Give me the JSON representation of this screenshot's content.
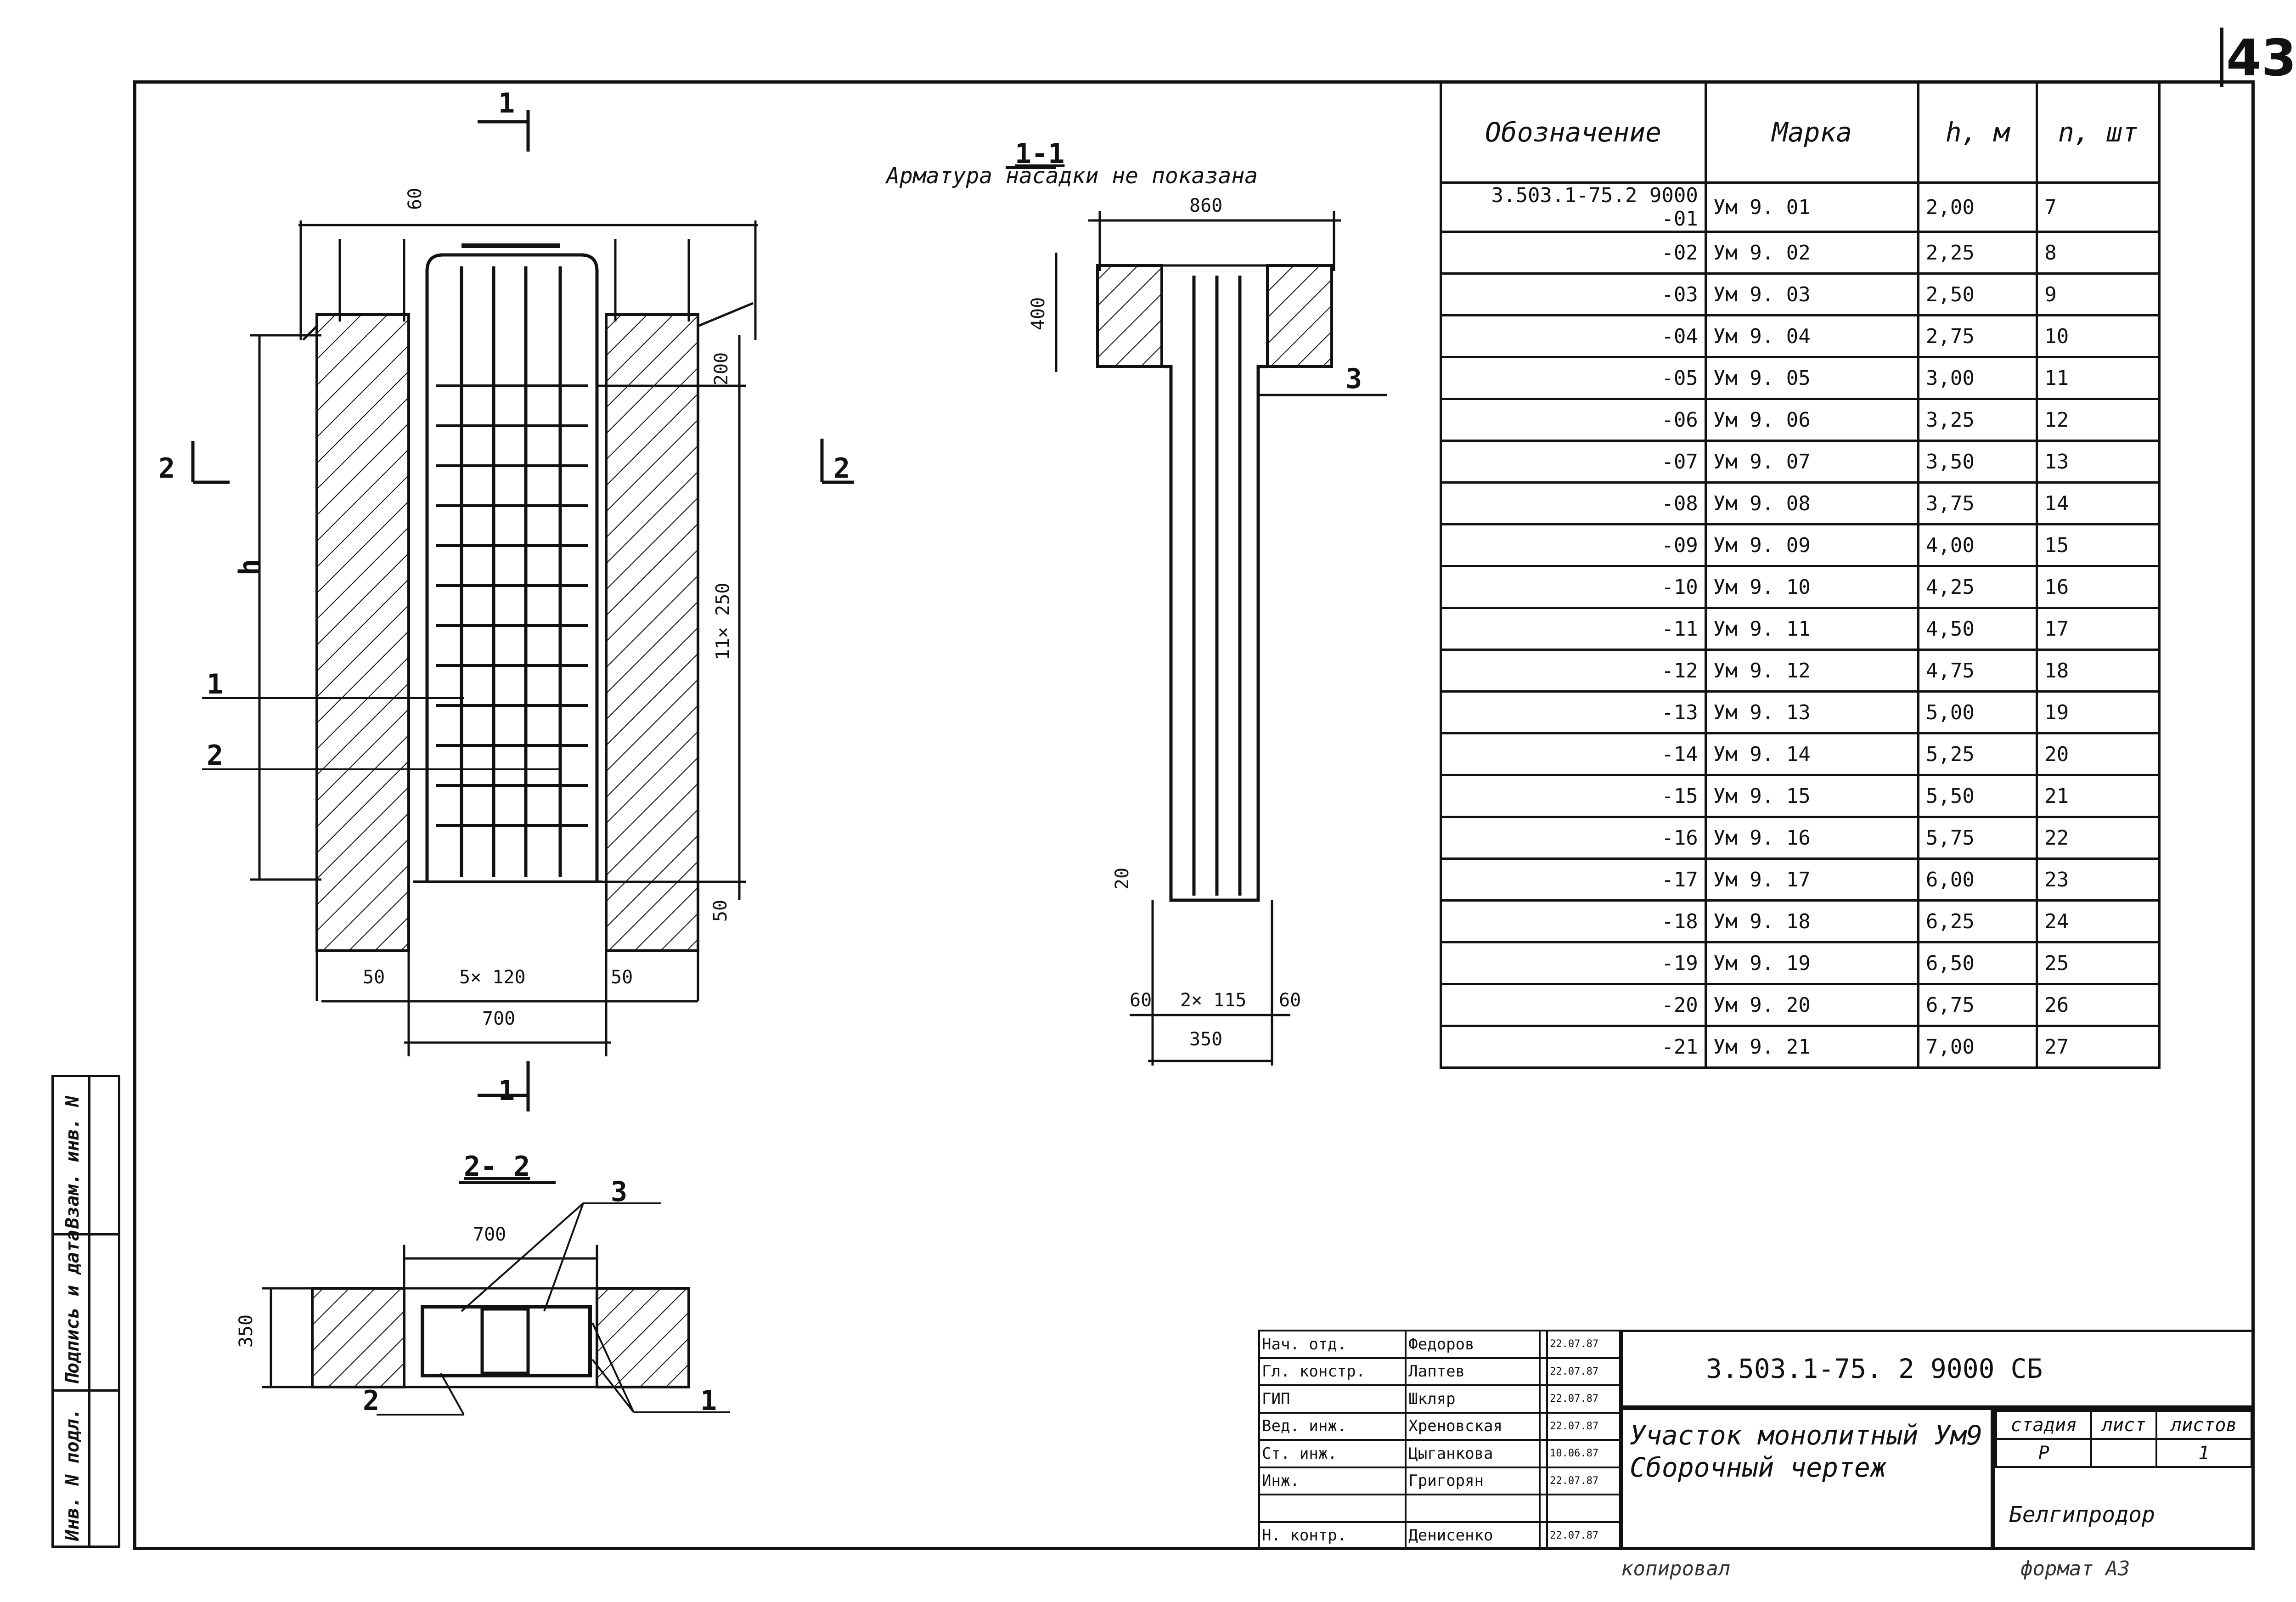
{
  "page_number": "43",
  "drawing": {
    "section_1_marker": "1",
    "section_2_marker": "2",
    "section_1_1_title": "1-1",
    "section_1_1_note": "Арматура насадки не показана",
    "section_2_2_title": "2- 2",
    "dims": {
      "d60_top": "60",
      "d200": "200",
      "span_11x250": "11× 250",
      "d50_right": "50",
      "h_label": "h",
      "b50_left": "50",
      "b5x120": "5× 120",
      "b50_right": "50",
      "b700": "700",
      "s860": "860",
      "s400": "400",
      "s20": "20",
      "s60_left": "60",
      "s2x115": "2× 115",
      "s60_right": "60",
      "s350": "350",
      "p700": "700",
      "p350": "350"
    },
    "callouts": {
      "c1_left": "1",
      "c2_left": "2",
      "c3_section": "3",
      "c3_plan": "3",
      "c2_plan": "2",
      "c1_plan": "1"
    }
  },
  "spec_table": {
    "headers": [
      "Обозначение",
      "Марка",
      "h, м",
      "n, шт"
    ],
    "rows": [
      [
        "3.503.1-75.2  9000 -01",
        "Ум 9. 01",
        "2,00",
        "7"
      ],
      [
        "-02",
        "Ум 9. 02",
        "2,25",
        "8"
      ],
      [
        "-03",
        "Ум 9. 03",
        "2,50",
        "9"
      ],
      [
        "-04",
        "Ум 9. 04",
        "2,75",
        "10"
      ],
      [
        "-05",
        "Ум 9. 05",
        "3,00",
        "11"
      ],
      [
        "-06",
        "Ум 9. 06",
        "3,25",
        "12"
      ],
      [
        "-07",
        "Ум 9. 07",
        "3,50",
        "13"
      ],
      [
        "-08",
        "Ум 9. 08",
        "3,75",
        "14"
      ],
      [
        "-09",
        "Ум 9. 09",
        "4,00",
        "15"
      ],
      [
        "-10",
        "Ум 9. 10",
        "4,25",
        "16"
      ],
      [
        "-11",
        "Ум 9. 11",
        "4,50",
        "17"
      ],
      [
        "-12",
        "Ум 9. 12",
        "4,75",
        "18"
      ],
      [
        "-13",
        "Ум 9. 13",
        "5,00",
        "19"
      ],
      [
        "-14",
        "Ум 9. 14",
        "5,25",
        "20"
      ],
      [
        "-15",
        "Ум 9. 15",
        "5,50",
        "21"
      ],
      [
        "-16",
        "Ум 9. 16",
        "5,75",
        "22"
      ],
      [
        "-17",
        "Ум 9. 17",
        "6,00",
        "23"
      ],
      [
        "-18",
        "Ум 9. 18",
        "6,25",
        "24"
      ],
      [
        "-19",
        "Ум 9. 19",
        "6,50",
        "25"
      ],
      [
        "-20",
        "Ум 9. 20",
        "6,75",
        "26"
      ],
      [
        "-21",
        "Ум 9. 21",
        "7,00",
        "27"
      ]
    ]
  },
  "side_stamp": {
    "col1": "Инв. N подл.",
    "col2": "Подпись и дата",
    "col3": "Взам. инв. N"
  },
  "title_block": {
    "code": "3.503.1-75. 2  9000 СБ",
    "title_line1": "Участок монолитный Ум9",
    "title_line2": "Сборочный чертеж",
    "stage_header": "стадия",
    "sheet_header": "лист",
    "sheets_header": "листов",
    "stage_value": "Р",
    "sheet_value": "",
    "sheets_value": "1",
    "organization": "Белгипродор",
    "signatures": [
      {
        "role": "Нач. отд.",
        "name": "Федоров",
        "date": "22.07.87"
      },
      {
        "role": "Гл. констр.",
        "name": "Лаптев",
        "date": "22.07.87"
      },
      {
        "role": "ГИП",
        "name": "Шкляр",
        "date": "22.07.87"
      },
      {
        "role": "Вед. инж.",
        "name": "Хреновская",
        "date": "22.07.87"
      },
      {
        "role": "Ст. инж.",
        "name": "Цыганкова",
        "date": "10.06.87"
      },
      {
        "role": "Инж.",
        "name": "Григорян",
        "date": "22.07.87"
      },
      {
        "role": "",
        "name": "",
        "date": ""
      },
      {
        "role": "Н. контр.",
        "name": "Денисенко",
        "date": "22.07.87"
      }
    ],
    "copied_label": "копировал",
    "format_label": "формат А3"
  }
}
